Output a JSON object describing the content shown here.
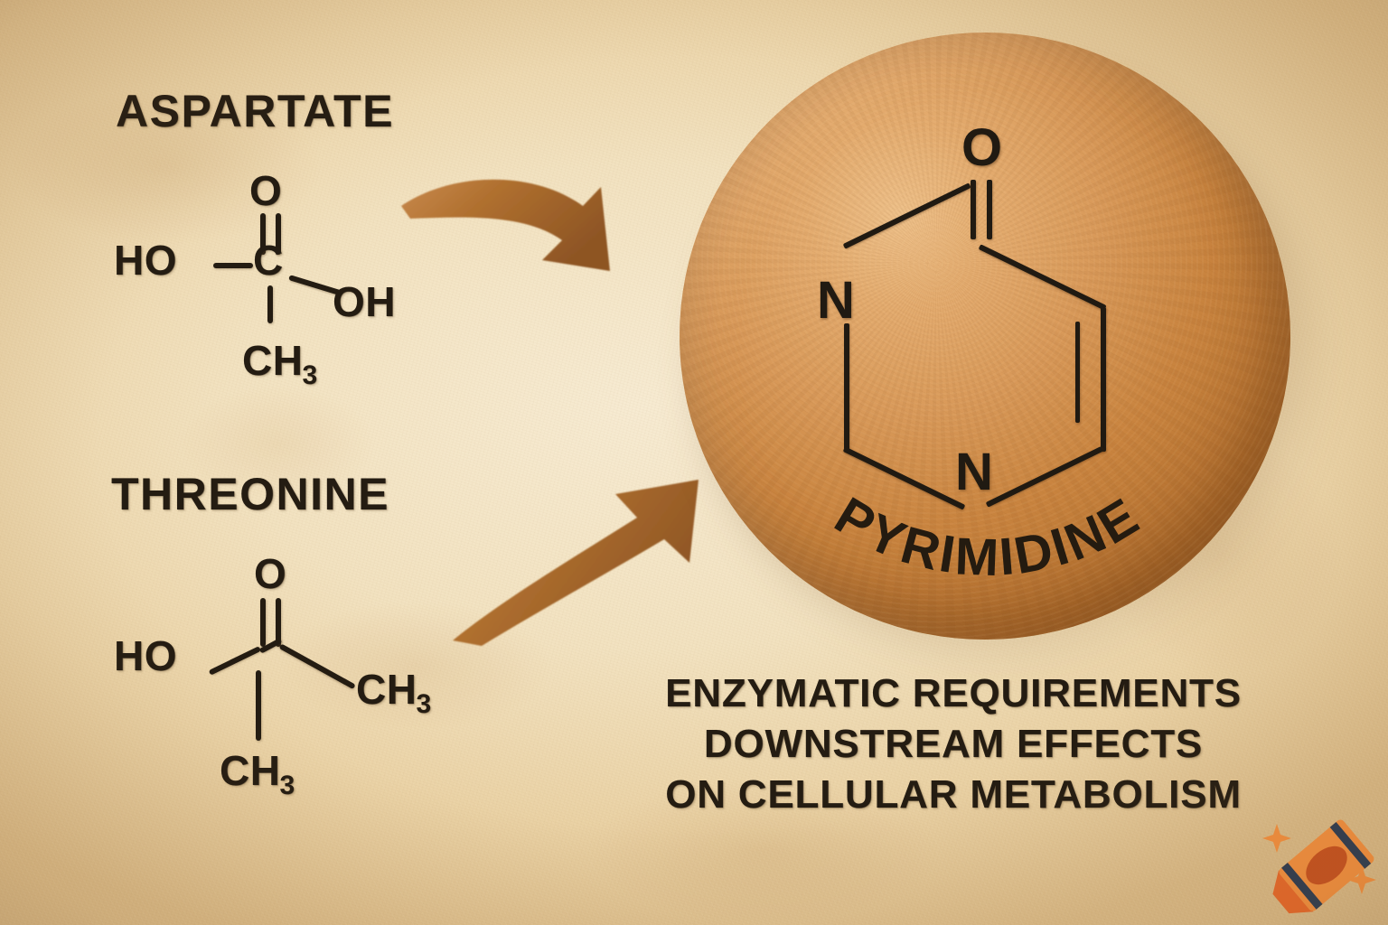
{
  "scene": {
    "background_color": "#f3e3c2",
    "ink_color": "#241c12",
    "sphere_color": "#c9843f",
    "arrow_color": "#a9672f",
    "accent_orange": "#f08a3c"
  },
  "left_column": {
    "molecules": [
      {
        "name": "ASPARTATE",
        "structure": {
          "top_atom": "O",
          "left_group": "HO",
          "center_atom": "C",
          "right_group": "OH",
          "bottom_group": "CH",
          "bottom_subscript": "3"
        }
      },
      {
        "name": "THREONINE",
        "structure": {
          "top_atom": "O",
          "left_group": "HO",
          "right_group": "CH",
          "right_subscript": "3",
          "bottom_group": "CH",
          "bottom_subscript": "3"
        }
      }
    ]
  },
  "arrows": [
    {
      "name": "aspartate-to-pyrimidine",
      "direction": "right-down"
    },
    {
      "name": "threonine-to-pyrimidine",
      "direction": "right-up"
    }
  ],
  "sphere": {
    "label": "PYRIMIDINE",
    "ring_atoms": {
      "carbonyl_oxygen": "O",
      "nitrogen_left": "N",
      "nitrogen_bottom": "N"
    }
  },
  "caption": {
    "lines": [
      "ENZYMATIC REQUIREMENTS",
      "DOWNSTREAM EFFECTS",
      "ON CELLULAR  METABOLISM"
    ]
  },
  "watermark": {
    "icon": "crayon-icon",
    "sparkles": 2
  }
}
